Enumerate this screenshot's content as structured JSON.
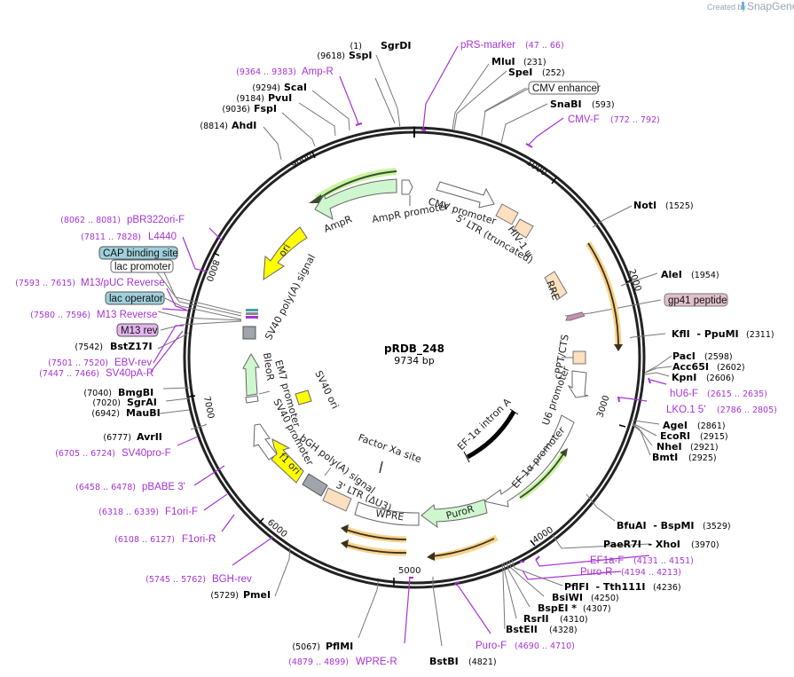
{
  "watermark": {
    "prefix": "Created by",
    "brand": "SnapGene"
  },
  "plasmid": {
    "name": "pRDB_248",
    "length": "9734 bp"
  },
  "ticks": [
    "1000",
    "2000",
    "3000",
    "4000",
    "5000",
    "6000",
    "7000",
    "8000",
    "9000"
  ],
  "enzymes": [
    {
      "name": "SgrDI",
      "pos": "(1)"
    },
    {
      "name": "SspI",
      "pos": "(9618)"
    },
    {
      "name": "ScaI",
      "pos": "(9294)"
    },
    {
      "name": "PvuI",
      "pos": "(9184)"
    },
    {
      "name": "FspI",
      "pos": "(9036)"
    },
    {
      "name": "AhdI",
      "pos": "(8814)"
    },
    {
      "name": "MluI",
      "pos": "(231)"
    },
    {
      "name": "SpeI",
      "pos": "(252)"
    },
    {
      "name": "SnaBI",
      "pos": "(593)"
    },
    {
      "name": "NotI",
      "pos": "(1525)"
    },
    {
      "name": "AleI",
      "pos": "(1954)"
    },
    {
      "name": "KflI  - PpuMI",
      "pos": "(2311)"
    },
    {
      "name": "PacI",
      "pos": "(2598)"
    },
    {
      "name": "Acc65I",
      "pos": "(2602)"
    },
    {
      "name": "KpnI",
      "pos": "(2606)"
    },
    {
      "name": "AgeI",
      "pos": "(2861)"
    },
    {
      "name": "EcoRI",
      "pos": "(2915)"
    },
    {
      "name": "NheI",
      "pos": "(2921)"
    },
    {
      "name": "BmtI",
      "pos": "(2925)"
    },
    {
      "name": "BfuAI  - BspMI",
      "pos": "(3529)"
    },
    {
      "name": "PaeR7I  - XhoI",
      "pos": "(3970)"
    },
    {
      "name": "PflFI  - Tth111I",
      "pos": "(4236)"
    },
    {
      "name": "BsiWI",
      "pos": "(4250)"
    },
    {
      "name": "BspEI *",
      "pos": "(4307)"
    },
    {
      "name": "RsrII",
      "pos": "(4310)"
    },
    {
      "name": "BstEII",
      "pos": "(4328)"
    },
    {
      "name": "BstBI",
      "pos": "(4821)"
    },
    {
      "name": "PflMI",
      "pos": "(5067)"
    },
    {
      "name": "PmeI",
      "pos": "(5729)"
    },
    {
      "name": "AvrII",
      "pos": "(6777)"
    },
    {
      "name": "MauBI",
      "pos": "(6942)"
    },
    {
      "name": "SgrAI",
      "pos": "(7020)"
    },
    {
      "name": "BmgBI",
      "pos": "(7040)"
    },
    {
      "name": "BstZ17I",
      "pos": "(7542)"
    }
  ],
  "primers": [
    {
      "name": "pRS-marker",
      "pos": "(47 .. 66)"
    },
    {
      "name": "CMV-F",
      "pos": "(772 .. 792)"
    },
    {
      "name": "Amp-R",
      "pos": "(9364 .. 9383)"
    },
    {
      "name": "pBR322ori-F",
      "pos": "(8062 .. 8081)"
    },
    {
      "name": "L4440",
      "pos": "(7811 .. 7828)"
    },
    {
      "name": "M13/pUC Reverse",
      "pos": "(7593 .. 7615)"
    },
    {
      "name": "M13 Reverse",
      "pos": "(7580 .. 7596)"
    },
    {
      "name": "EBV-rev",
      "pos": "(7501 .. 7520)"
    },
    {
      "name": "SV40pA-R",
      "pos": "(7447 .. 7466)"
    },
    {
      "name": "SV40pro-F",
      "pos": "(6705 .. 6724)"
    },
    {
      "name": "pBABE 3'",
      "pos": "(6458 .. 6478)"
    },
    {
      "name": "F1ori-F",
      "pos": "(6318 .. 6339)"
    },
    {
      "name": "F1ori-R",
      "pos": "(6108 .. 6127)"
    },
    {
      "name": "BGH-rev",
      "pos": "(5745 .. 5762)"
    },
    {
      "name": "WPRE-R",
      "pos": "(4879 .. 4899)"
    },
    {
      "name": "Puro-F",
      "pos": "(4690 .. 4710)"
    },
    {
      "name": "Puro-R",
      "pos": "(4194 .. 4213)"
    },
    {
      "name": "EF1a-F",
      "pos": "(4131 .. 4151)"
    },
    {
      "name": "LKO.1 5'",
      "pos": "(2786 .. 2805)"
    },
    {
      "name": "hU6-F",
      "pos": "(2615 .. 2635)"
    }
  ],
  "boxed_features": [
    {
      "name": "CMV enhancer",
      "color": "#ffffff"
    },
    {
      "name": "CAP binding site",
      "color": "#9fd0dc"
    },
    {
      "name": "lac promoter",
      "color": "#ffffff"
    },
    {
      "name": "lac operator",
      "color": "#9fd0dc"
    },
    {
      "name": "M13 rev",
      "color": "#e3b6ee"
    },
    {
      "name": "gp41 peptide",
      "color": "#e2bfcc"
    }
  ],
  "features": {
    "ampr_promoter": "AmpR promoter",
    "ampr": "AmpR",
    "ori": "ori",
    "sv40_polya": "SV40 poly(A) signal",
    "cmv_promoter": "CMV promoter",
    "ltr5": "5' LTR (truncated)",
    "hiv_psi": "HIV-1 ψ",
    "rre": "RRE",
    "cppt": "cPPT/CTS",
    "u6": "U6 promoter",
    "ef1a_promoter": "EF-1α promoter",
    "ef1a_intron": "EF-1α intron A",
    "puror": "PuroR",
    "wpre": "WPRE",
    "ltr3": "3' LTR (ΔU3)",
    "bgh": "bGH poly(A) signal",
    "f1ori": "f1 ori",
    "sv40_promoter": "SV40 promoter",
    "em7": "EM7 promoter",
    "bleor": "BleoR",
    "sv40_ori": "SV40 ori",
    "factor_xa": "Factor Xa site"
  },
  "colors": {
    "primer": "#a733d6",
    "green_feature": "#c8f5c8",
    "orange_feature": "#fce0c0",
    "yellow_feature": "#ffff00",
    "gray_feature": "#a0a4ab",
    "orf_orange": "#f7c875",
    "orf_green": "#b5ee8a"
  }
}
